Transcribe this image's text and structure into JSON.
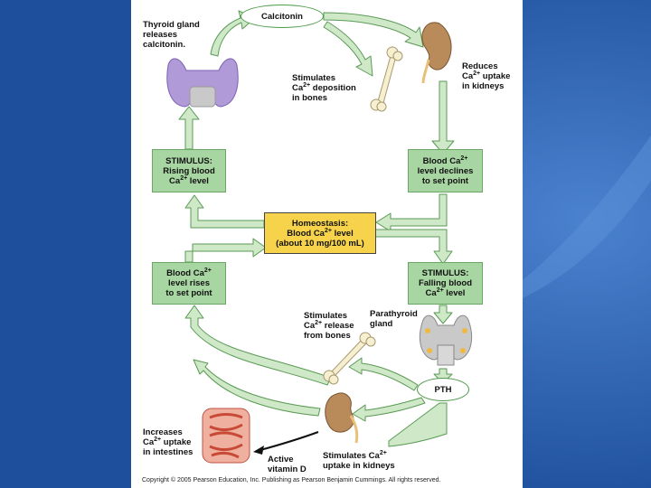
{
  "colors": {
    "background": "#1d4f9c",
    "arrow": "#cfe8c8",
    "arrow_border": "#5a9a55",
    "box": "#a8d6a2",
    "homeostasis": "#f6d34a"
  },
  "calcitonin": "Calcitonin",
  "thyroid_label": [
    "Thyroid gland",
    "releases",
    "calcitonin."
  ],
  "deposition": {
    "line1": "Stimulates",
    "line2_pre": "Ca",
    "line2_sup": "2+",
    "line2_post": " deposition",
    "line3": "in bones"
  },
  "reduces": {
    "line1": "Reduces",
    "line2_pre": "Ca",
    "line2_sup": "2+",
    "line2_post": " uptake",
    "line3": "in kidneys"
  },
  "stimulus_rising": {
    "line1": "STIMULUS:",
    "line2": "Rising blood",
    "line3_pre": "Ca",
    "line3_sup": "2+",
    "line3_post": " level"
  },
  "declines": {
    "line1_pre": "Blood Ca",
    "line1_sup": "2+",
    "line2": "level declines",
    "line3": "to set point"
  },
  "homeostasis": {
    "line1": "Homeostasis:",
    "line2_pre": "Blood Ca",
    "line2_sup": "2+",
    "line2_post": " level",
    "line3": "(about 10 mg/100 mL)"
  },
  "rises": {
    "line1_pre": "Blood Ca",
    "line1_sup": "2+",
    "line2": "level rises",
    "line3": "to set point"
  },
  "stimulus_falling": {
    "line1": "STIMULUS:",
    "line2": "Falling blood",
    "line3_pre": "Ca",
    "line3_sup": "2+",
    "line3_post": " level"
  },
  "release": {
    "line1": "Stimulates",
    "line2_pre": "Ca",
    "line2_sup": "2+",
    "line2_post": " release",
    "line3": "from bones"
  },
  "parathyroid_label": [
    "Parathyroid",
    "gland"
  ],
  "pth": "PTH",
  "intestines": {
    "line1": "Increases",
    "line2_pre": "Ca",
    "line2_sup": "2+",
    "line2_post": " uptake",
    "line3": "in intestines"
  },
  "vitamin_d": [
    "Active",
    "vitamin D"
  ],
  "kidney_uptake": {
    "line1_pre": "Stimulates Ca",
    "line1_sup": "2+",
    "line2": "uptake in kidneys"
  },
  "copyright": "Copyright © 2005 Pearson Education, Inc. Publishing as Pearson Benjamin Cummings. All rights reserved."
}
